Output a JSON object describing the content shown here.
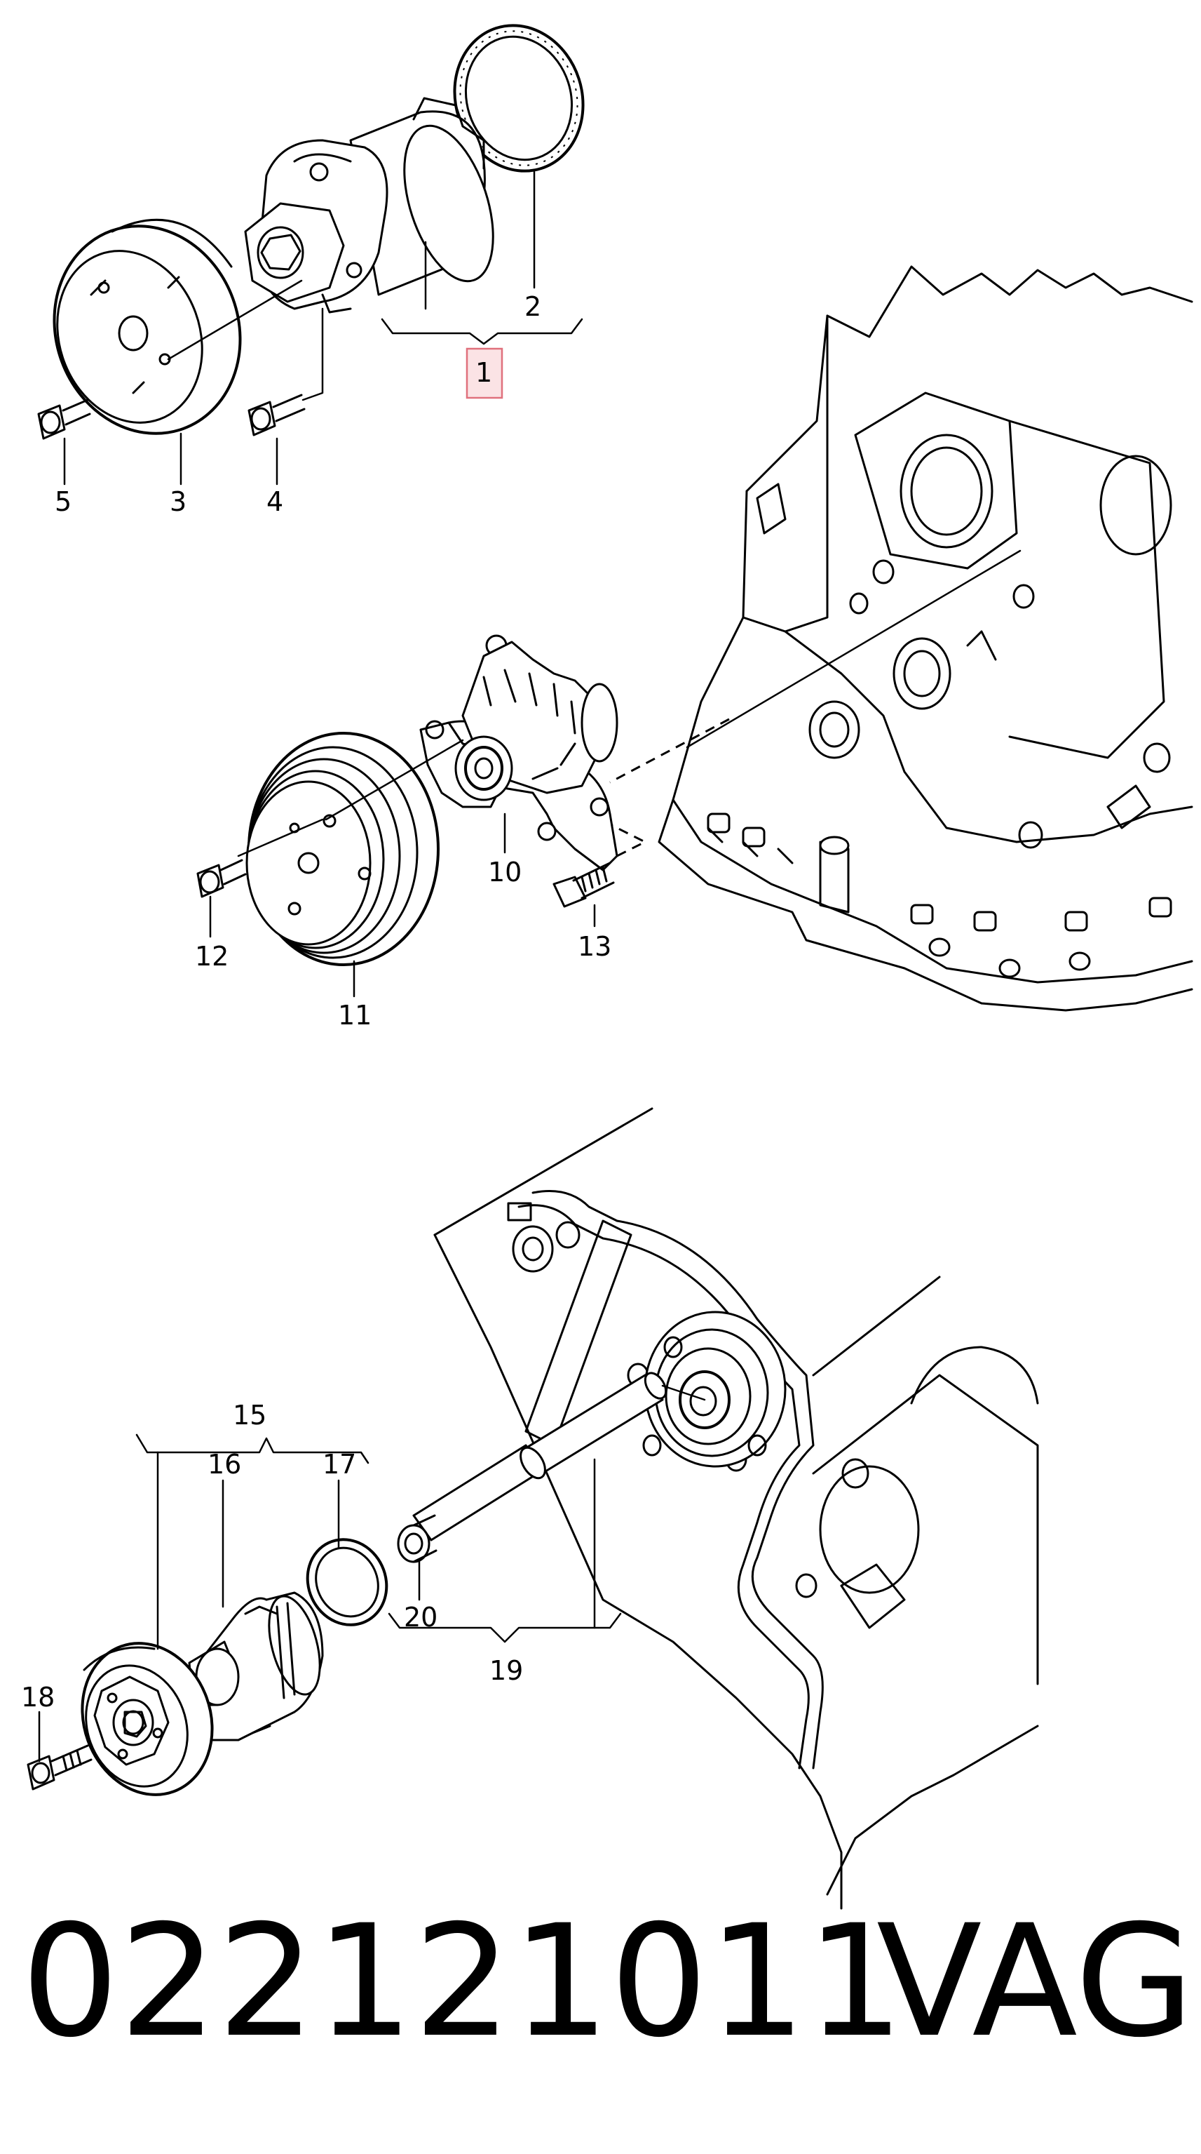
{
  "callouts": {
    "c1": "1",
    "c2": "2",
    "c3": "3",
    "c4": "4",
    "c5": "5",
    "c10": "10",
    "c11": "11",
    "c12": "12",
    "c13": "13",
    "c15": "15",
    "c16": "16",
    "c17": "17",
    "c18": "18",
    "c19": "19",
    "c20": "20"
  },
  "footer": {
    "part_number": "022121011",
    "brand": "VAG"
  },
  "colors": {
    "highlight_fill": "#fbe3e5",
    "highlight_stroke": "#e0707c"
  }
}
